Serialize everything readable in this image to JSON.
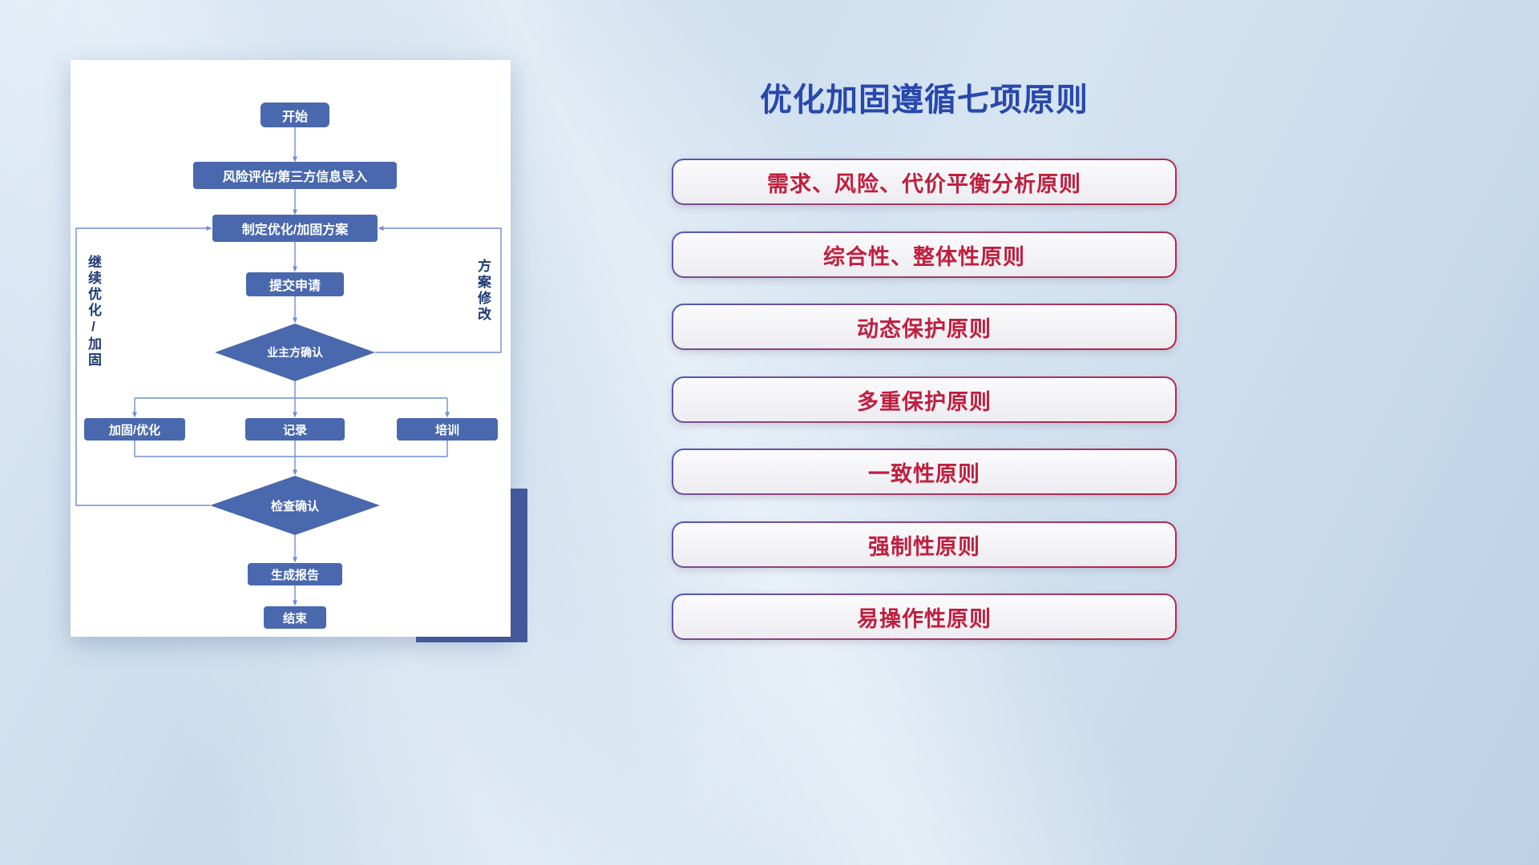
{
  "flowchart": {
    "nodes": {
      "start": "开始",
      "risk_import": "风险评估/第三方信息导入",
      "make_plan": "制定优化/加固方案",
      "submit_request": "提交申请",
      "owner_confirm": "业主方确认",
      "harden_optimize": "加固/优化",
      "record": "记录",
      "training": "培训",
      "check_confirm": "检查确认",
      "generate_report": "生成报告",
      "end": "结束"
    },
    "loop_labels": {
      "left": "继续优化/加固",
      "right": "方案修改"
    }
  },
  "principles": {
    "title": "优化加固遵循七项原则",
    "items": [
      "需求、风险、代价平衡分析原则",
      "综合性、整体性原则",
      "动态保护原则",
      "多重保护原则",
      "一致性原则",
      "强制性原则",
      "易操作性原则"
    ]
  },
  "colors": {
    "node_fill": "#4a68ae",
    "connector": "#6e8fce",
    "title_blue": "#2848ad",
    "principle_text": "#c01f3f",
    "accent_rect": "#46589c",
    "background_top": "#dde9f5",
    "background_bottom": "#bcd1e6"
  }
}
